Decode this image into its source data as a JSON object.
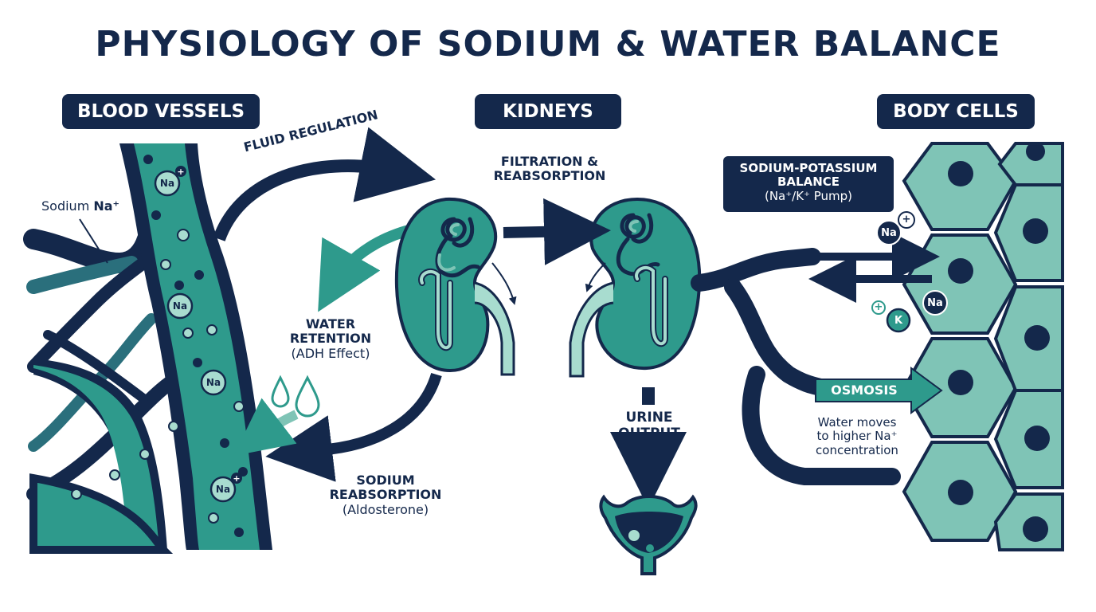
{
  "title": "PHYSIOLOGY OF SODIUM & WATER BALANCE",
  "sections": {
    "blood_vessels": "BLOOD VESSELS",
    "kidneys": "KIDNEYS",
    "body_cells": "BODY CELLS"
  },
  "labels": {
    "sodium_prefix": "Sodium ",
    "sodium_symbol": "Na⁺",
    "fluid_regulation": "FLUID REGULATION",
    "filtration_line1": "FILTRATION &",
    "filtration_line2": "REABSORPTION",
    "water_line1": "WATER",
    "water_line2": "RETENTION",
    "water_sub": "(ADH Effect)",
    "sodium_reab_line1": "SODIUM",
    "sodium_reab_line2": "REABSORPTION",
    "sodium_reab_sub": "(Aldosterone)",
    "urine_line1": "URINE",
    "urine_line2": "OUTPUT",
    "pump_line1": "SODIUM-POTASSIUM",
    "pump_line2": "BALANCE",
    "pump_sub": "(Na⁺/K⁺ Pump)",
    "osmosis": "OSMOSIS",
    "water_moves_1": "Water moves",
    "water_moves_2": "to higher Na⁺",
    "water_moves_3": "concentration"
  },
  "ions": {
    "na": "Na",
    "k": "K",
    "plus": "+"
  },
  "colors": {
    "navy": "#14284b",
    "teal": "#2e9a8c",
    "teal_light": "#7fc4b6",
    "teal_pale": "#a8dccf",
    "white": "#ffffff"
  }
}
